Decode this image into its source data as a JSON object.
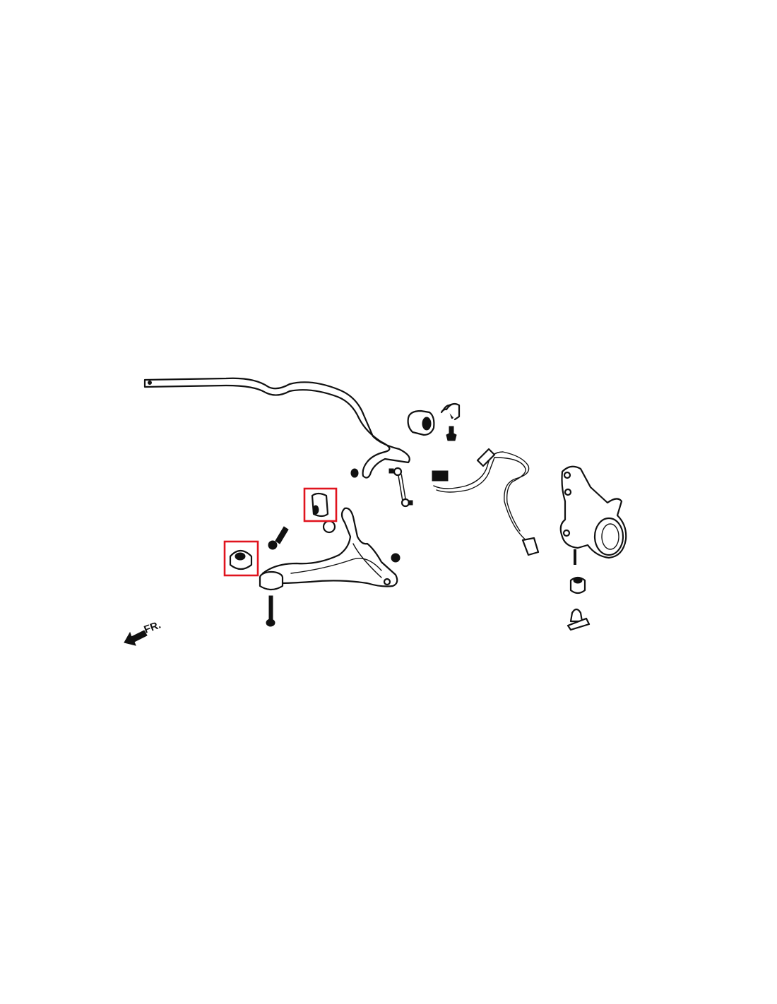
{
  "diagram": {
    "direction_label": "FR.",
    "highlight_color": "#e0141e",
    "parts": [
      "stabilizer-bar",
      "stabilizer-bushing",
      "stabilizer-bracket",
      "stabilizer-link",
      "wheel-speed-sensor-harness",
      "steering-knuckle",
      "lower-control-arm",
      "front-compliance-bushing",
      "rear-compliance-bushing",
      "ball-joint-boot",
      "bolts-nuts"
    ],
    "highlighted_parts": [
      "rear-compliance-bushing",
      "front-compliance-bushing"
    ]
  }
}
